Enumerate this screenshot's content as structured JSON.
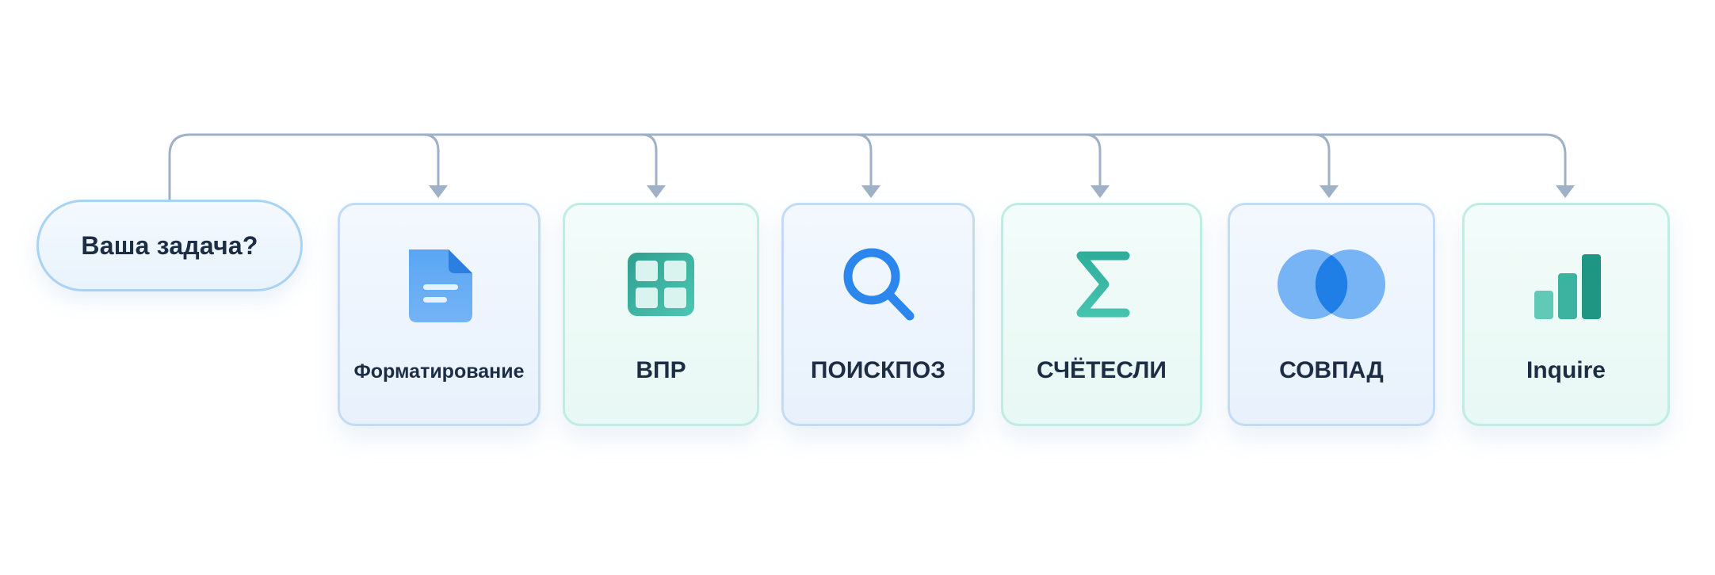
{
  "start": {
    "label": "Ваша задача?"
  },
  "options": [
    {
      "id": "formatting",
      "label": "Форматирование",
      "icon": "document-icon",
      "theme": "blue"
    },
    {
      "id": "vlookup",
      "label": "ВПР",
      "icon": "table-grid-icon",
      "theme": "teal"
    },
    {
      "id": "match",
      "label": "ПОИСКПОЗ",
      "icon": "magnifier-icon",
      "theme": "blue"
    },
    {
      "id": "countif",
      "label": "СЧЁТЕСЛИ",
      "icon": "sigma-icon",
      "theme": "teal"
    },
    {
      "id": "exact",
      "label": "СОВПАД",
      "icon": "venn-circles-icon",
      "theme": "blue"
    },
    {
      "id": "inquire",
      "label": "Inquire",
      "icon": "bar-chart-icon",
      "theme": "teal"
    }
  ],
  "colors": {
    "connector": "#9fb1c6",
    "text": "#1d2d44",
    "blue_accent": "#2f8cf0",
    "teal_accent": "#2bb3a0"
  }
}
